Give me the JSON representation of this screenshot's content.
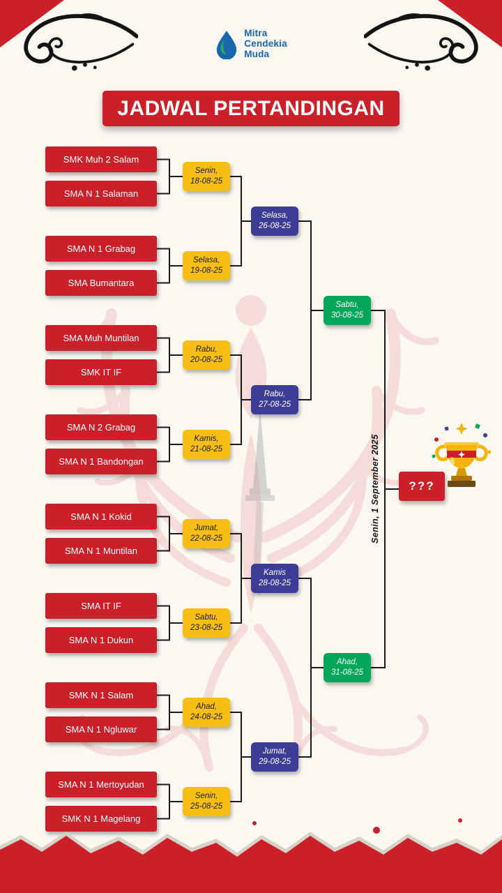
{
  "logo": {
    "lines": [
      "Mitra",
      "Cendekia",
      "Muda"
    ]
  },
  "title": "JADWAL PERTANDINGAN",
  "bracket": {
    "round1": [
      {
        "team1": "SMK Muh 2 Salam",
        "team2": "SMA N 1 Salaman",
        "day": "Senin,",
        "date": "18-08-25"
      },
      {
        "team1": "SMA N 1 Grabag",
        "team2": "SMA Bumantara",
        "day": "Selasa,",
        "date": "19-08-25"
      },
      {
        "team1": "SMA Muh Muntilan",
        "team2": "SMK IT IF",
        "day": "Rabu,",
        "date": "20-08-25"
      },
      {
        "team1": "SMA N 2 Grabag",
        "team2": "SMA N 1 Bandongan",
        "day": "Kamis,",
        "date": "21-08-25"
      },
      {
        "team1": "SMA N 1 Kokid",
        "team2": "SMA N 1 Muntilan",
        "day": "Jumat,",
        "date": "22-08-25"
      },
      {
        "team1": "SMA IT IF",
        "team2": "SMA N 1 Dukun",
        "day": "Sabtu,",
        "date": "23-08-25"
      },
      {
        "team1": "SMK N 1 Salam",
        "team2": "SMA N 1 Ngluwar",
        "day": "Ahad,",
        "date": "24-08-25"
      },
      {
        "team1": "SMA N 1 Mertoyudan",
        "team2": "SMK N 1 Magelang",
        "day": "Senin,",
        "date": "25-08-25"
      }
    ],
    "round2": [
      {
        "day": "Selasa,",
        "date": "26-08-25"
      },
      {
        "day": "Rabu,",
        "date": "27-08-25"
      },
      {
        "day": "Kamis",
        "date": "28-08-25"
      },
      {
        "day": "Jumat,",
        "date": "29-08-25"
      }
    ],
    "semifinals": [
      {
        "day": "Sabtu,",
        "date": "30-08-25"
      },
      {
        "day": "Ahad,",
        "date": "31-08-25"
      }
    ],
    "final": {
      "schedule": "Senin, 1 September 2025",
      "winner": "???"
    }
  },
  "colors": {
    "red": "#CB1F2A",
    "yellow": "#F7BE15",
    "blue": "#3C3C97",
    "green": "#04A65A",
    "ink": "#1A1A1A",
    "logo_blue": "#1766AE",
    "logo_green": "#2FA857"
  }
}
